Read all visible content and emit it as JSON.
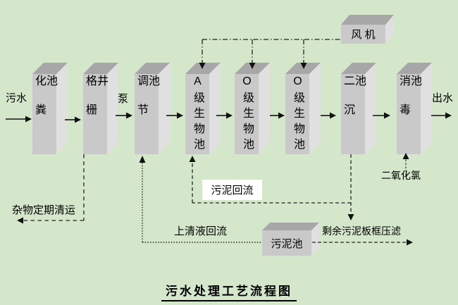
{
  "title": "污水处理工艺流程图",
  "flow": {
    "inflow_label": "污水",
    "pump_label": "泵",
    "outflow_label": "出水"
  },
  "tanks": [
    "化粪池",
    "格栅井",
    "调节池",
    "A级生物池",
    "O级生物池",
    "O级生物池",
    "二沉池",
    "消毒池"
  ],
  "blower": {
    "label": "风 机"
  },
  "sludge_tank": {
    "label": "污泥池"
  },
  "annotations": {
    "debris_removal": "杂物定期清运",
    "sludge_return": "污泥回流",
    "supernatant_return": "上清液回流",
    "chlorine_dioxide": "二氧化氯",
    "excess_sludge_filter": "剩余污泥板框压滤"
  },
  "colors": {
    "background": "#d4e7cb",
    "box_front": "#c9c9c9",
    "box_top": "#a7a7a7",
    "box_side": "#e0e0e0",
    "label_background": "#ffffff",
    "line": "#111111"
  }
}
